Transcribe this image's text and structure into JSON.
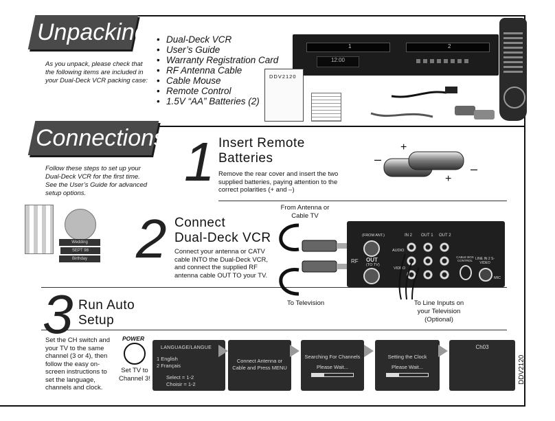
{
  "unpacking": {
    "title": "Unpacking",
    "intro": "As you unpack, please check that the following items are included in your Dual-Deck VCR packing case:",
    "items": [
      "Dual-Deck VCR",
      "User’s Guide",
      "Warranty Registration Card",
      "RF Antenna Cable",
      "Cable Mouse",
      "Remote Control",
      "1.5V “AA” Batteries (2)"
    ],
    "guide_label": "DDV2120",
    "vcr_deck1": "1",
    "vcr_deck2": "2",
    "vcr_display": "12:00"
  },
  "connections": {
    "title": "Connections",
    "intro": "Follow these steps to set up your Dual-Deck VCR for the first time. See the User’s Guide for advanced setup options.",
    "tapes": [
      "Wedding",
      "SEPT 98",
      "Birthday"
    ]
  },
  "step1": {
    "number": "1",
    "title_line1": "Insert Remote",
    "title_line2": "Batteries",
    "desc": "Remove the rear cover and insert the two supplied batteries, paying attention to the correct polarities (+ and –)",
    "plus": "+",
    "minus": "–"
  },
  "step2": {
    "number": "2",
    "title_line1": "Connect",
    "title_line2": "Dual-Deck VCR",
    "desc": "Connect your antenna or CATV cable INTO the Dual-Deck VCR, and connect the supplied RF antenna cable OUT TO your TV.",
    "from_antenna": "From Antenna or Cable TV",
    "to_tv": "To Television",
    "to_line_inputs": "To Line Inputs on your Television (Optional)",
    "panel": {
      "from_ant": "(FROM ANT.)",
      "rf": "RF",
      "out": "OUT",
      "to_tv": "(TO TV)",
      "in2": "IN 2",
      "out1": "OUT 1",
      "out2": "OUT 2",
      "audio": "AUDIO",
      "video": "VIDEO",
      "cable_box": "CABLE BOX CONTROL",
      "line_in2": "LINE IN 2 S-VIDEO",
      "mic": "MIC"
    }
  },
  "step3": {
    "number": "3",
    "title_line1": "Run Auto",
    "title_line2": "Setup",
    "desc": "Set the CH switch and your TV to the same channel (3 or 4), then follow the easy on-screen instructions to set the language, channels and clock.",
    "power_label": "POWER",
    "set_tv": "Set TV to Channel 3!",
    "screens": {
      "language": {
        "header": "LANGUAGE/LANGUE",
        "opt1": "1  English",
        "opt2": "2  Français",
        "select": "Select = 1-2",
        "choisir": "Choisir = 1-2"
      },
      "connect": "Connect Antenna or Cable and Press MENU",
      "searching": {
        "title": "Searching For Channels",
        "wait": "Please Wait..."
      },
      "clock": {
        "title": "Setting the Clock",
        "wait": "Please Wait..."
      },
      "channel": "Ch03"
    }
  },
  "model_code": "DDV2120"
}
